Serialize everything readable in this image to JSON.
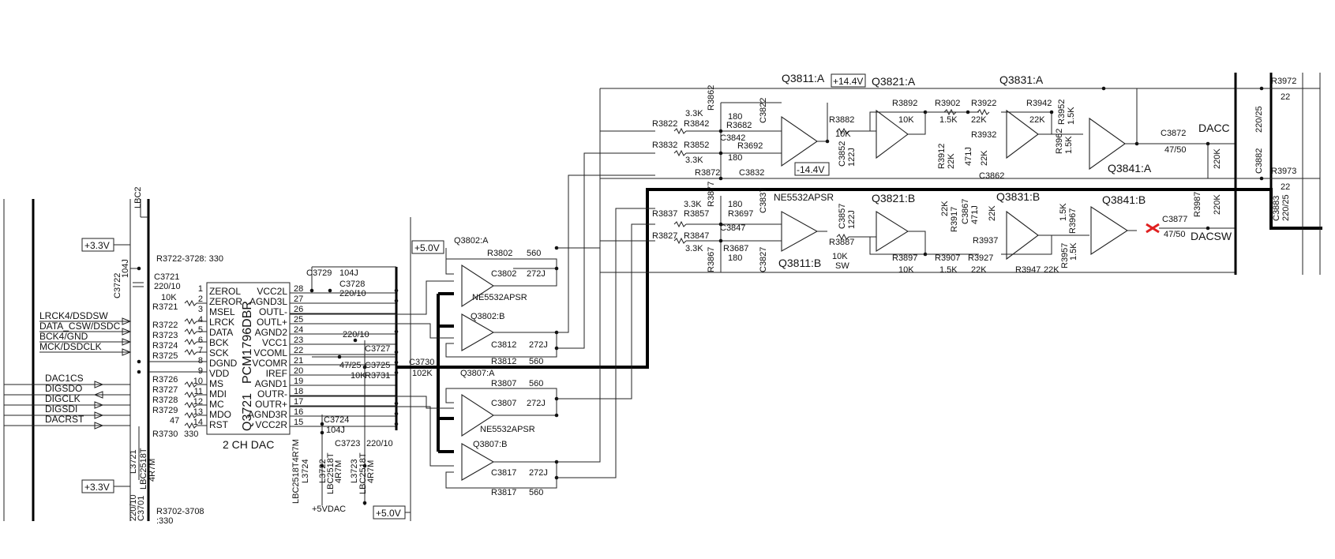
{
  "dac": {
    "ref": "Q3721",
    "part": "PCM1796DBR",
    "label": "2 CH DAC",
    "left_pins": [
      {
        "num": "1",
        "name": "ZEROL"
      },
      {
        "num": "2",
        "name": "ZEROR"
      },
      {
        "num": "3",
        "name": "MSEL"
      },
      {
        "num": "4",
        "name": "LRCK"
      },
      {
        "num": "5",
        "name": "DATA"
      },
      {
        "num": "6",
        "name": "BCK"
      },
      {
        "num": "7",
        "name": "SCK"
      },
      {
        "num": "8",
        "name": "DGND"
      },
      {
        "num": "9",
        "name": "VDD"
      },
      {
        "num": "10",
        "name": "MS"
      },
      {
        "num": "11",
        "name": "MDI"
      },
      {
        "num": "12",
        "name": "MC"
      },
      {
        "num": "13",
        "name": "MDO"
      },
      {
        "num": "14",
        "name": "RST"
      }
    ],
    "right_pins": [
      {
        "num": "28",
        "name": "VCC2L"
      },
      {
        "num": "27",
        "name": "AGND3L"
      },
      {
        "num": "26",
        "name": "OUTL-"
      },
      {
        "num": "25",
        "name": "OUTL+"
      },
      {
        "num": "24",
        "name": "AGND2"
      },
      {
        "num": "23",
        "name": "VCC1"
      },
      {
        "num": "22",
        "name": "VCOML"
      },
      {
        "num": "21",
        "name": "VCOMR"
      },
      {
        "num": "20",
        "name": "IREF"
      },
      {
        "num": "19",
        "name": "AGND1"
      },
      {
        "num": "18",
        "name": "OUTR-"
      },
      {
        "num": "17",
        "name": "OUTR+"
      },
      {
        "num": "16",
        "name": "AGND3R"
      },
      {
        "num": "15",
        "name": "VCC2R"
      }
    ]
  },
  "signals": {
    "inputs": [
      "LRCK4/DSDSW",
      "DATA_CSW/DSDC",
      "BCK4/GND",
      "MCK/DSDCLK"
    ],
    "control": [
      "DAC1CS",
      "DIGSDO",
      "DIGCLK",
      "DIGSDI",
      "DACRST"
    ]
  },
  "rails": {
    "p33_top": "+3.3V",
    "p33_bottom": "+3.3V",
    "p50_top": "+5.0V",
    "p50_bottom": "+5.0V",
    "p144": "+14.4V",
    "n144": "-14.4V",
    "p5vdac": "+5VDAC"
  },
  "left_labels": {
    "r3722_3728": "R3722-3728: 330",
    "r3702_3708": "R3702-3708",
    "r3702_3708_val": ":330",
    "r3721": "R3721",
    "r3721_val": "10K",
    "r3722": "R3722",
    "r3723": "R3723",
    "r3724": "R3724",
    "r3725": "R3725",
    "r3726": "R3726",
    "r3727": "R3727",
    "r3728": "R3728",
    "r3729": "R3729",
    "r3729_val": "47",
    "r3730": "R3730",
    "r3730_val": "330",
    "c3721": "C3721",
    "c3721_val": "220/10",
    "c3722": "C3722",
    "c3722_val": "104J",
    "l3721": "L3721",
    "l3721_part": "LBC2518T",
    "l3721_val": "4R7M",
    "c3701": "C3701",
    "c3701_val": "220/10",
    "lbc2": "LBC2"
  },
  "dac_periph": {
    "c3729": "C3729",
    "c3729_val": "104J",
    "c3728": "C3728",
    "c3728_val": "220/10",
    "c3727": "C3727",
    "c3727_val": "220/10",
    "c3726_val": "47/25",
    "c3725": "C3725",
    "r3731": "R3731",
    "r3731_val": "10K",
    "c3730": "C3730",
    "c3730_val": "102K",
    "c3724": "C3724",
    "c3724_val": "104J",
    "c3723": "C3723",
    "c3723_val": "220/10",
    "l3724": "L3724",
    "l3724_part": "LBC2518T4R7M",
    "l3722": "L3722",
    "l3722_part": "LBC2518T",
    "l3722_val": "4R7M",
    "l3723": "L3723",
    "l3723_part": "LBC2518T",
    "l3723_val": "4R7M"
  },
  "iv_stage": {
    "q3802a": "Q3802:A",
    "q3802b": "Q3802:B",
    "q3807a": "Q3807:A",
    "q3807b": "Q3807:B",
    "ne1": "NE5532APSR",
    "ne2": "NE5532APSR",
    "r3802": "R3802",
    "r3802_val": "560",
    "c3802": "C3802",
    "c3802_val": "272J",
    "c3812": "C3812",
    "c3812_val": "272J",
    "r3812": "R3812",
    "r3812_val": "560",
    "r3807": "R3807",
    "r3807_val": "560",
    "c3807": "C3807",
    "c3807_val": "272J",
    "c3817": "C3817",
    "c3817_val": "272J",
    "r3817": "R3817",
    "r3817_val": "560"
  },
  "upper_chain": {
    "q3811a": "Q3811:A",
    "q3821a": "Q3821:A",
    "q3831a": "Q3831:A",
    "q3841a": "Q3841:A",
    "r3822": "R3822",
    "r3842": "R3842",
    "r3842_val": "3.3K",
    "r3862": "R3862",
    "r3682": "R3682",
    "r3682_val": "180",
    "c3822": "C3822",
    "c3842": "C3842",
    "r3832": "R3832",
    "r3852": "R3852",
    "r3852_val": "3.3K",
    "r3692": "R3692",
    "r3692_val": "180",
    "r3872": "R3872",
    "c3832": "C3832",
    "r3882": "R3882",
    "r3882_val": "10K",
    "r3892": "R3892",
    "r3892_val": "10K",
    "c3852": "C3852",
    "c3852_val": "122J",
    "r3902": "R3902",
    "r3902_val": "1.5K",
    "r3922": "R3922",
    "r3922_val": "22K",
    "r3912": "R3912",
    "r3912_val": "22K",
    "c3862": "C3862",
    "c3862_val": "471J",
    "r3932": "R3932",
    "r3932_val": "22K",
    "r3942": "R3942",
    "r3942_val": "22K",
    "r3952": "R3952",
    "r3952_val": "1.5K",
    "r3962": "R3962",
    "r3962_val": "1.5K",
    "c3872": "C3872",
    "c3872_val": "47/50",
    "dacc": "DACC",
    "r3972": "R3972",
    "r3972_val": "22",
    "r3973": "R3973",
    "r3973_val": "22",
    "c3882": "C3882",
    "c3882_val": "220/25",
    "r3987_val": "220K"
  },
  "lower_chain": {
    "q3811b": "Q3811:B",
    "q3821b": "Q3821:B",
    "q3831b": "Q3831:B",
    "q3841b": "Q3841:B",
    "ne": "NE5532APSR",
    "r3837": "R3837",
    "r3857": "R3857",
    "r3857_val": "3.3K",
    "r3877": "R3877",
    "r3697": "R3697",
    "r3697_val": "180",
    "c3837": "C3837",
    "c3847": "C3847",
    "r3827": "R3827",
    "r3847": "R3847",
    "r3847_val": "3.3K",
    "r3867": "R3867",
    "r3687": "R3687",
    "r3687_val": "180",
    "c3827": "C3827",
    "r3887": "R3887",
    "r3887_val": "10K",
    "sw": "SW",
    "c3857": "C3857",
    "c3857_val": "122J",
    "r3917": "R3917",
    "r3917_val": "22K",
    "c3867": "C3867",
    "c3867_val": "471J",
    "r3937": "R3937",
    "r3937_val": "22K",
    "r3897": "R3897",
    "r3897_val": "10K",
    "r3907": "R3907",
    "r3907_val": "1.5K",
    "r3927": "R3927",
    "r3927_val": "22K",
    "r3947": "R3947",
    "r3947_val": "22K",
    "r3957": "R3957",
    "r3957_val": "1.5K",
    "r3967": "R3967",
    "r3967_val": "1.5K",
    "c3877": "C3877",
    "c3877_val": "47/50",
    "dacsw": "DACSW",
    "r3987": "R3987",
    "r3987_val": "220K",
    "c3883": "C3883",
    "c3883_val": "220/25"
  }
}
